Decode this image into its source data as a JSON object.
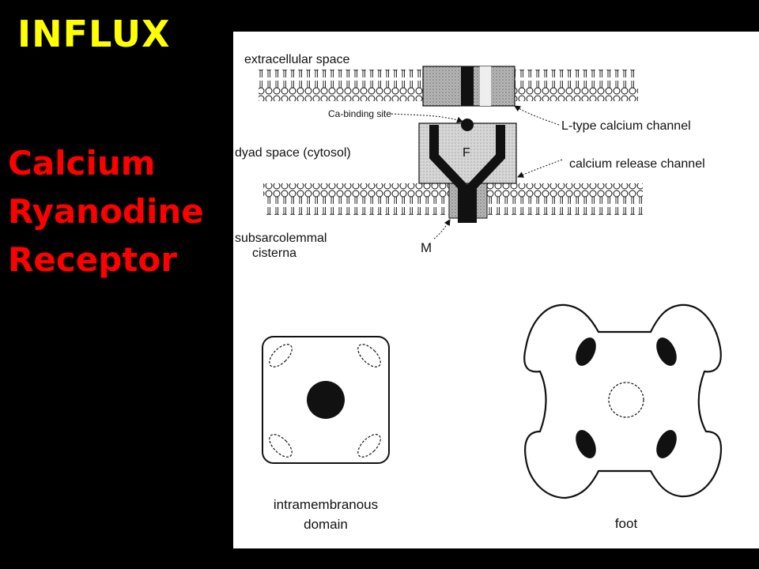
{
  "slide": {
    "title": "INFLUX",
    "subjects": [
      "Calcium",
      "Ryanodine",
      "Receptor"
    ]
  },
  "colors": {
    "background": "#000000",
    "title": "#ffff00",
    "subjects": "#ff0000",
    "figure_background": "#ffffff",
    "line_art": "#111111"
  },
  "figure": {
    "labels": {
      "extracellular_space": "extracellular space",
      "ca_binding_site": "Ca-binding site",
      "l_type_calcium_channel": "L-type calcium channel",
      "dyad_space": "dyad space (cytosol)",
      "calcium_release_channel": "calcium release channel",
      "foot_region_letter": "F",
      "membrane_region_letter": "M",
      "subsarcolemmal_line1": "subsarcolemmal",
      "subsarcolemmal_line2": "cisterna",
      "intramembranous_line1": "intramembranous",
      "intramembranous_line2": "domain",
      "foot": "foot"
    }
  }
}
